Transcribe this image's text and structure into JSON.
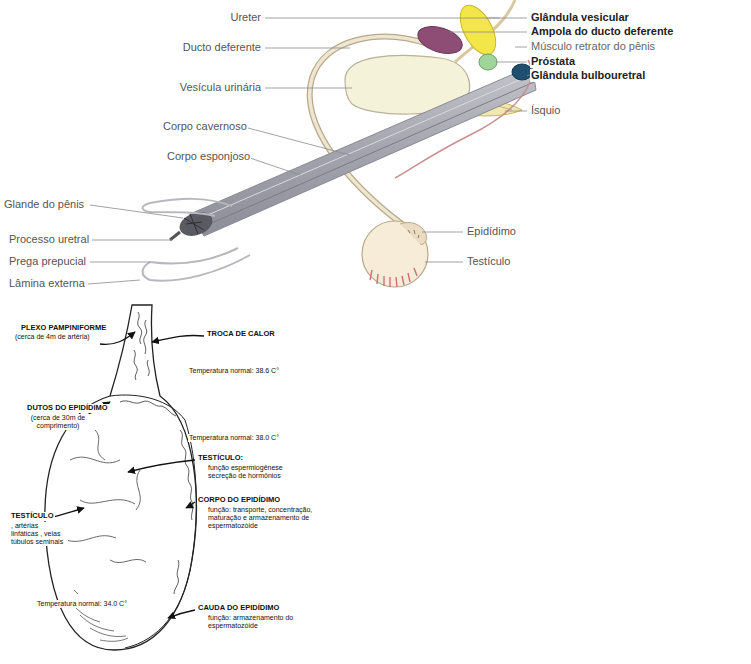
{
  "diagram": {
    "labels": [
      "Ureter",
      "Ducto deferente",
      "Vesícula urinária",
      "Corpo cavernoso",
      "Corpo esponjoso",
      "Glande do pênis",
      "Processo uretral",
      "Prega prepucial",
      "Lâmina externa",
      "Glândula vesicular",
      "Ampola do ducto deferente",
      "Músculo retrator do pênis",
      "Próstata",
      "Glândula bulbouretral",
      "Ísquio",
      "Epidídimo",
      "Testículo",
      "PLEXO PAMPINIFORME",
      "(cerca de 4m de artéria)",
      "TROCA DE CALOR",
      "Temperatura normal: 38.6 C°",
      "DUTOS DO EPIDÍDIMO",
      "(cerca de 30m de comprimento)",
      "Temperatura normal: 38.0 C°",
      "TESTÍCULO:",
      "função espermiogênese secreção de hormônios",
      "TESTÍCULO",
      ", artérias linfáticas , veias túbulos seminais",
      "CORPO DO EPIDÍDIMO",
      "função: transporte, concentração, maturação e armazenamento de espermatozóide",
      "Temperatura normal: 34.0 C°",
      "CAUDA DO EPIDÍDIMO",
      "função: armazenamento do espermatozóide"
    ]
  }
}
